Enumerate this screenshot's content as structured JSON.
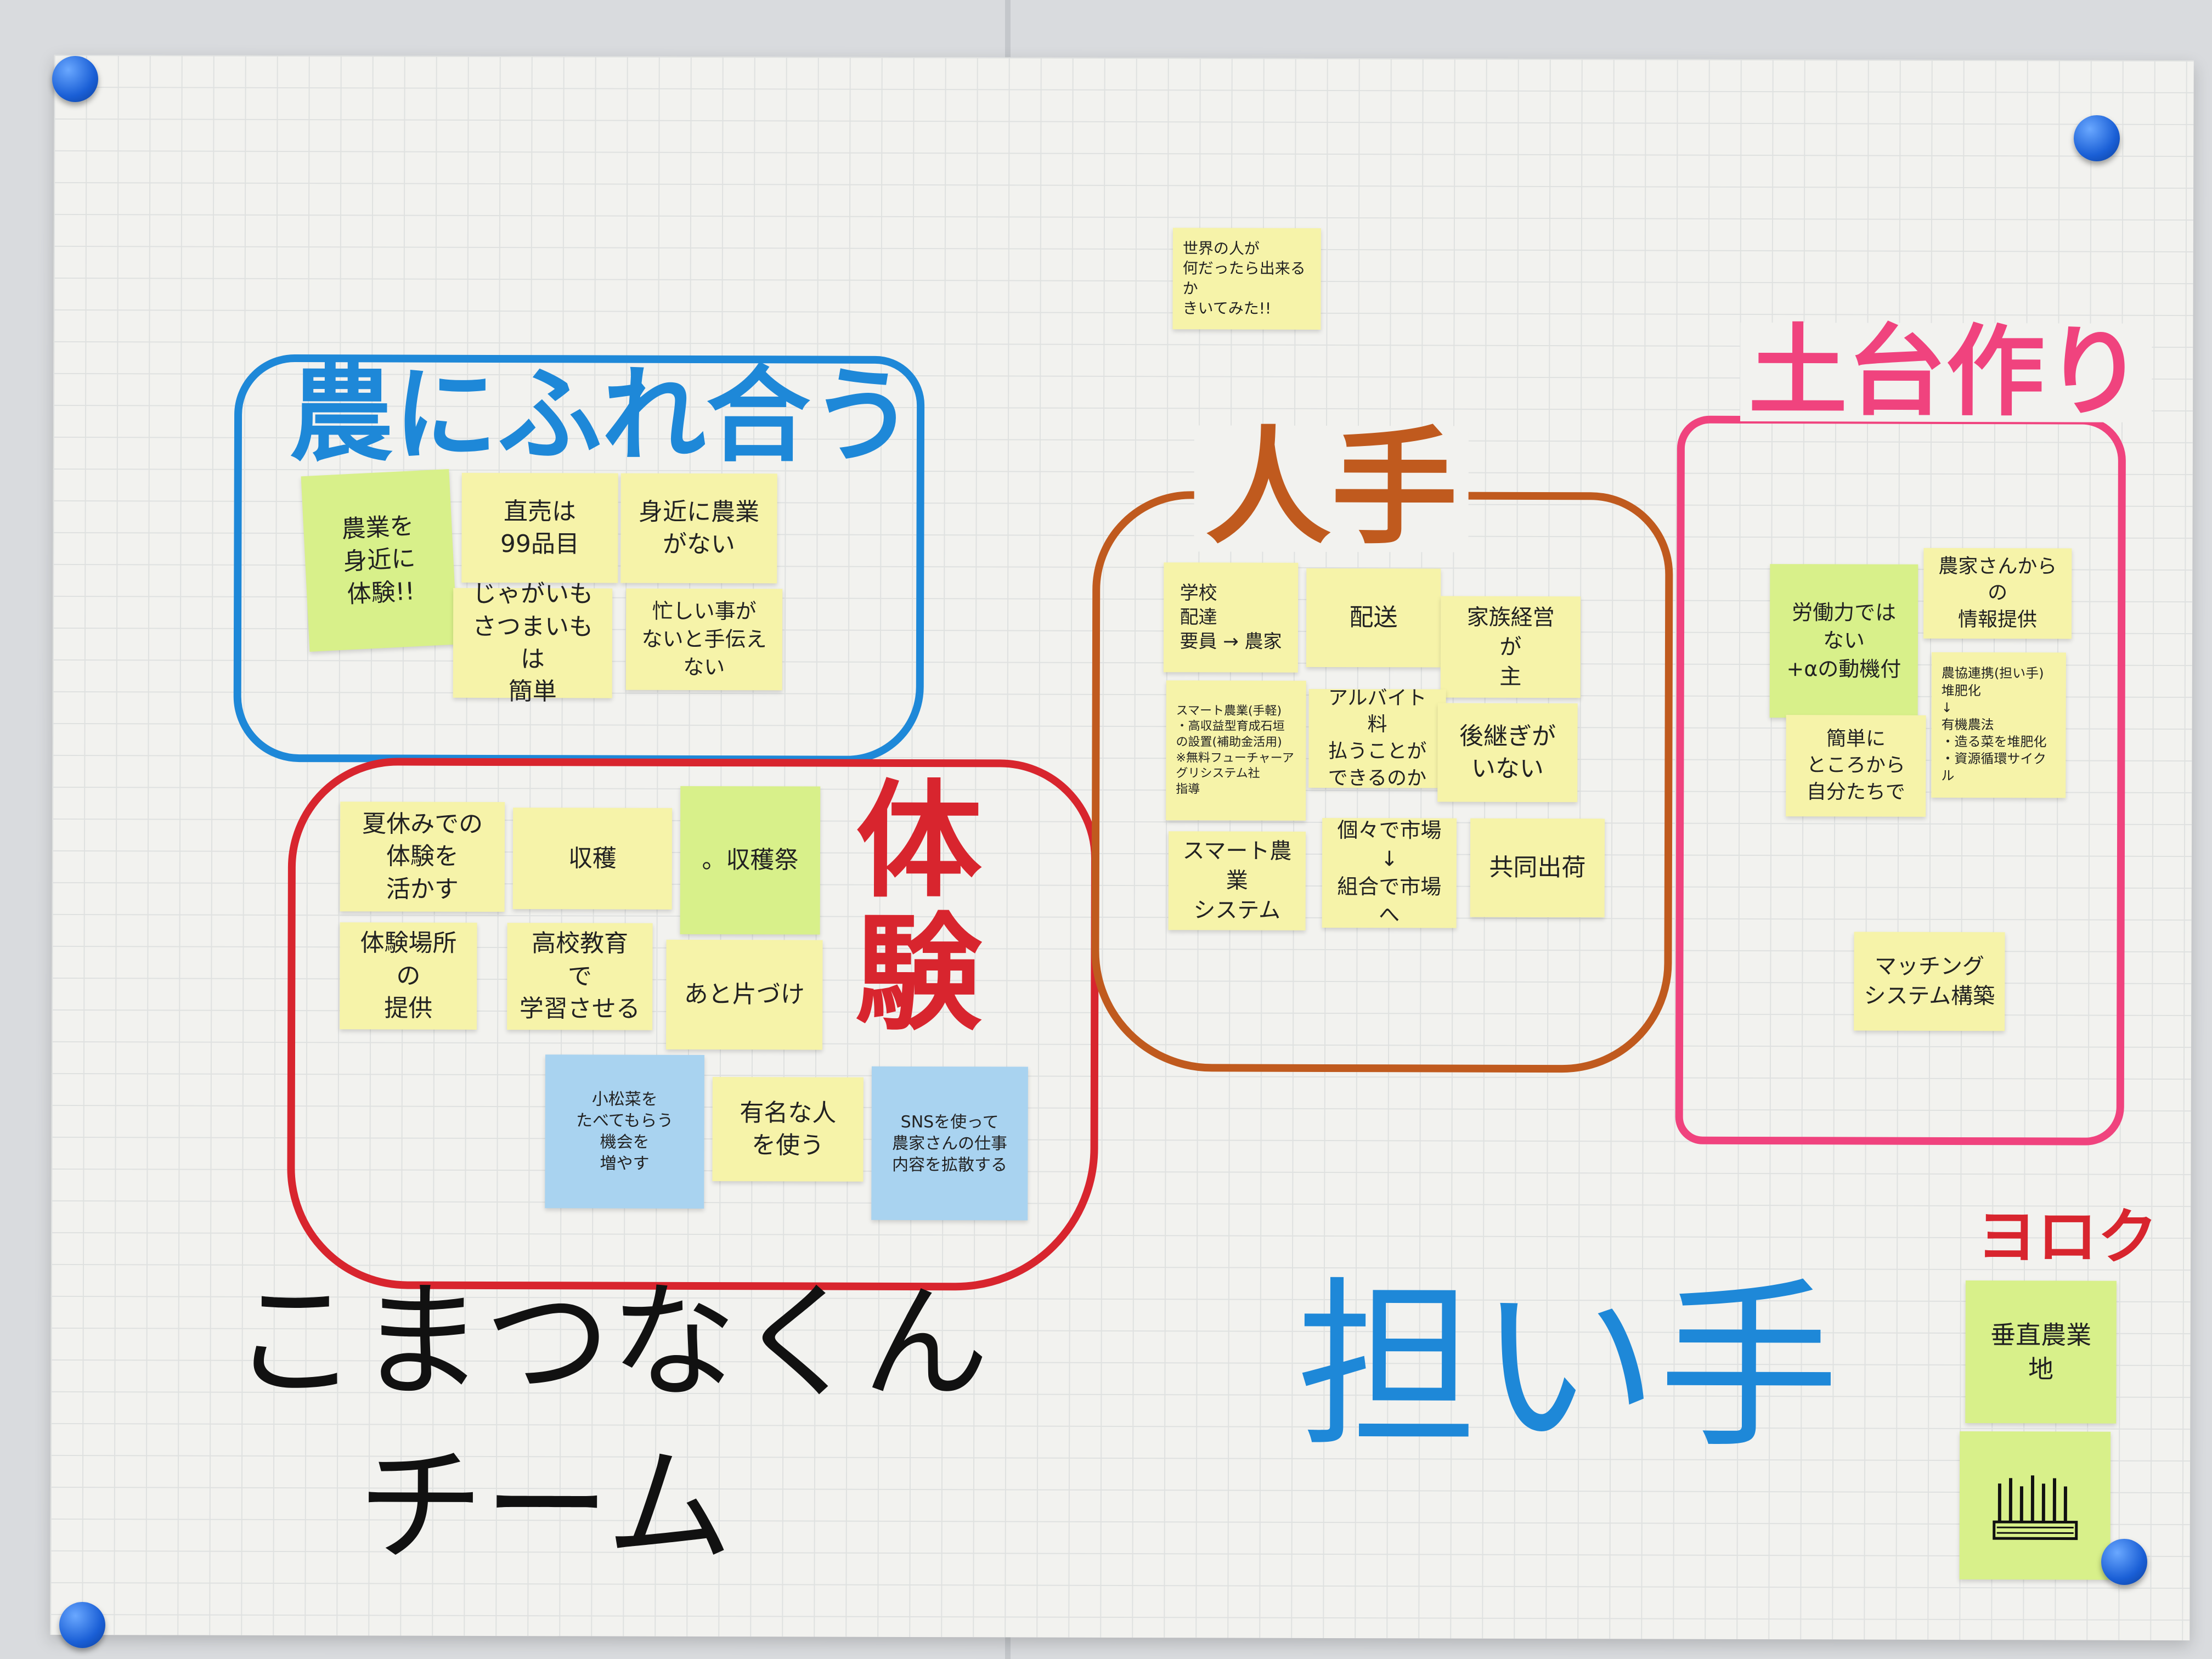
{
  "colors": {
    "blue": "#1e88d8",
    "red": "#d8252e",
    "brown": "#c05a1e",
    "pink": "#f0437e",
    "black": "#111111"
  },
  "top_note": "世界の人が\n何だったら出来るか\nきいてみた!!",
  "groups": {
    "fureau": {
      "title": "農にふれ合う",
      "notes": [
        "農業を\n身近に\n体験!!",
        "直売は\n99品目",
        "身近に農業\nがない",
        "じゃがいも\nさつまいもは\n簡単",
        "忙しい事が\nないと手伝えない"
      ]
    },
    "taiken": {
      "title": "体験",
      "notes": [
        "夏休みでの\n体験を\n活かす",
        "収穫",
        "。収穫祭",
        "体験場所\nの\n提供",
        "高校教育\nで\n学習させる",
        "あと片づけ",
        "小松菜を\nたべてもらう\n機会を\n増やす",
        "有名な人\nを使う",
        "SNSを使って\n農家さんの仕事\n内容を拡散する"
      ]
    },
    "hitode": {
      "title": "人手",
      "notes": [
        "学校\n配達\n要員 → 農家",
        "配送",
        "家族経営\nが\n主",
        "スマート農業(手軽)\n・高収益型育成石垣\nの設置(補助金活用)\n※無料フューチャーアグリシステム社\n指導",
        "アルバイト料\n払うことが\nできるのか",
        "後継ぎが\nいない",
        "スマート農業\nシステム",
        "個々で市場\n↓\n組合で市場へ",
        "共同出荷"
      ]
    },
    "dodai": {
      "title": "土台作り",
      "notes": [
        "労働力では\nない\n+αの動機付",
        "農家さんからの\n情報提供",
        "簡単に\nところから\n自分たちで",
        "農協連携(担い手)\n堆肥化\n↓\n有機農法\n・造る菜を堆肥化\n・資源循環サイクル",
        "マッチング\nシステム構築"
      ]
    }
  },
  "team_name_line1": "こまつなくん",
  "team_name_line2": "チーム",
  "ninaite": "担い手",
  "yoroku": "ヨロク",
  "vertical_note": "垂直農業\n地"
}
